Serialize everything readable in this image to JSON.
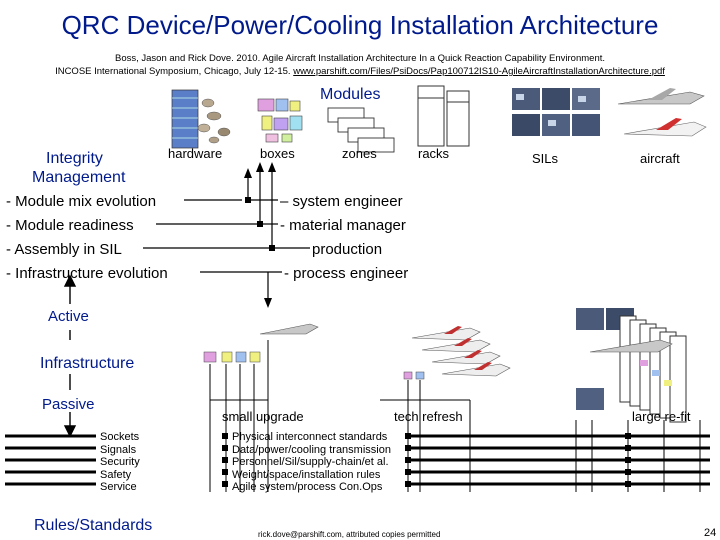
{
  "title": "QRC Device/Power/Cooling Installation Architecture",
  "citation": {
    "line1": "Boss, Jason and Rick Dove. 2010. Agile Aircraft Installation Architecture In a Quick Reaction Capability Environment.",
    "line2_prefix": "INCOSE International Symposium, Chicago, July 12-15. ",
    "url": "www.parshift.com/Files/PsiDocs/Pap100712IS10-AgileAircraftInstallationArchitecture.pdf"
  },
  "modules": {
    "title": "Modules",
    "items": [
      "hardware",
      "boxes",
      "zones",
      "racks",
      "SILs",
      "aircraft"
    ]
  },
  "integrity": {
    "title_line1": "Integrity",
    "title_line2": "Management",
    "items": [
      "- Module mix evolution",
      "- Module readiness",
      "- Assembly in SIL",
      "- Infrastructure evolution"
    ],
    "roles": [
      "– system engineer",
      "- material manager",
      "production",
      "- process engineer"
    ]
  },
  "infrastructure": {
    "active": "Active",
    "title": "Infrastructure",
    "passive": "Passive",
    "scenarios": [
      "small upgrade",
      "tech refresh",
      "large re-fit"
    ]
  },
  "standards": {
    "title": "Rules/Standards",
    "categories": [
      "Sockets",
      "Signals",
      "Security",
      "Safety",
      "Service"
    ],
    "descriptions": [
      "Physical interconnect standards",
      "Data/power/cooling transmission",
      "Personnel/Sil/supply-chain/et al.",
      "Weight/space/installation rules",
      "Agile system/process Con.Ops"
    ]
  },
  "footer": {
    "credit": "rick.dove@parshift.com, attributed copies permitted",
    "page": "24"
  }
}
